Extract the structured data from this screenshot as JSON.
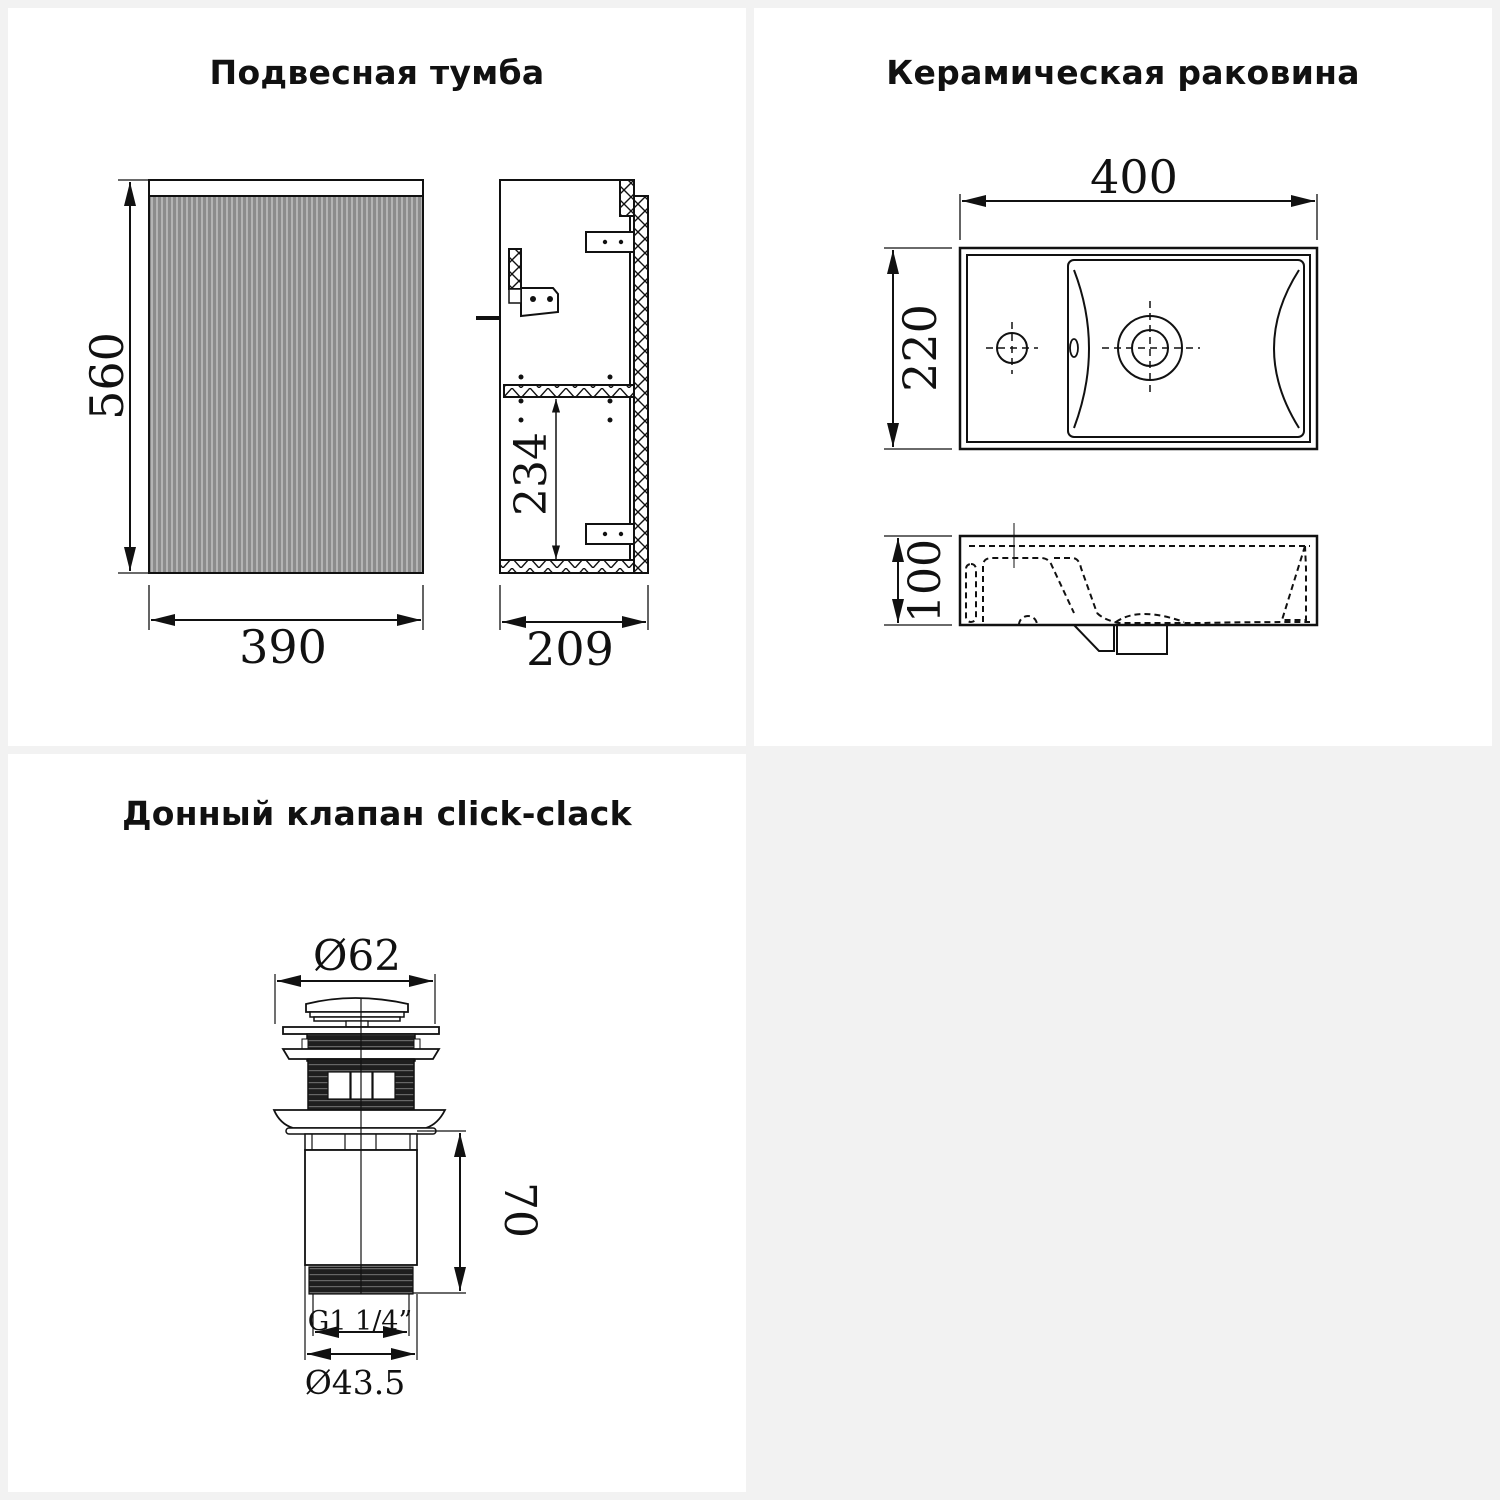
{
  "colors": {
    "page_background": "#f2f2f2",
    "panel_background": "#ffffff",
    "line": "#111111",
    "fluted_front": "#8c8c8c",
    "fluted_stripe": "#b4b4b4",
    "thread": "#1e1e1e"
  },
  "panels": [
    {
      "id": "cabinet",
      "title": "Подвесная тумба",
      "views": {
        "front": {
          "height_label": "560",
          "width_label": "390"
        },
        "side": {
          "depth_label": "209",
          "shelf_height_label": "234"
        }
      }
    },
    {
      "id": "sink",
      "title": "Керамическая раковина",
      "views": {
        "top": {
          "width_label": "400",
          "depth_label": "220"
        },
        "side": {
          "height_label": "100"
        }
      }
    },
    {
      "id": "drain",
      "title": "Донный клапан click-clack",
      "views": {
        "front": {
          "cap_diameter_label": "Ø62",
          "length_label": "70",
          "thread_label": "G1 1/4”",
          "outlet_diameter_label": "Ø43.5"
        }
      }
    },
    {
      "id": "empty",
      "title": ""
    }
  ]
}
